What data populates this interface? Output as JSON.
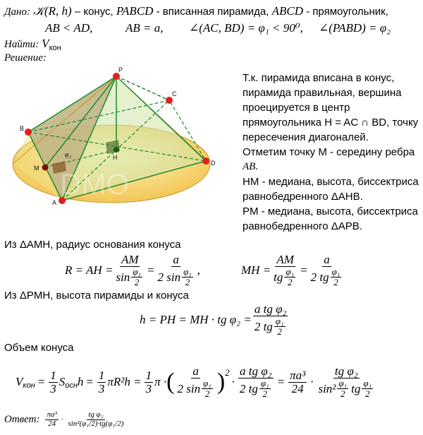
{
  "given": {
    "label": "Дано:",
    "line1_a": "𝒦(R, h)",
    "line1_b": " – конус, ",
    "line1_c": "PABCD",
    "line1_d": " - вписанная пирамида, ",
    "line1_e": "ABCD",
    "line1_f": " - прямоугольник,",
    "c1": "AB < AD,",
    "c2": "AB = a,",
    "c3": "∠(AC, BD) = φ₁ < 90⁰,",
    "c4": "∠(PABD) = φ₂"
  },
  "find": {
    "label": "Найти:",
    "value": "V",
    "sub": "кон"
  },
  "solution_label": "Решение:",
  "figure": {
    "labels": {
      "P": "P",
      "B": "B",
      "C": "C",
      "D": "D",
      "A": "A",
      "M": "M",
      "H": "H",
      "phi2": "φ₂"
    },
    "watermark": "DMO"
  },
  "explanation": [
    "Т.к. пирамида вписана в конус,",
    "пирамида правильная, вершина",
    "проецируется в центр",
    "прямоугольника H = AC ∩ BD, точку",
    "пересечения диагоналей.",
    "Отметим точку M - середину ребра",
    "AB.",
    "HM - медиана, высота, биссектриса",
    "равнобедренного ΔAHB.",
    "PM - медиана, высота, биссектриса",
    "равнобедренного ΔAPB."
  ],
  "step1": {
    "text": "Из ΔAMH, радиус основания конуса",
    "R_lhs": "R = AH =",
    "AM": "AM",
    "sin": "sin",
    "phi1": "φ₁",
    "two": "2",
    "eq": "=",
    "a": "a",
    "two_sin": "2 sin",
    "comma": ",",
    "MH_lhs": "MH =",
    "tg": "tg",
    "two_tg": "2 tg"
  },
  "step2": {
    "text": "Из ΔPMH, высота пирамиды и конуса",
    "lhs": "h = PH = MH · tg φ₂ =",
    "num": "a tg φ₂",
    "den": "2 tg"
  },
  "step3": {
    "text": "Объем конуса",
    "V": "V",
    "sub": "кон",
    "one": "1",
    "three": "3",
    "S": "S",
    "S_sub": "осн",
    "h": "h",
    "piR2h": "πR²h =",
    "pi_dot": "π ·",
    "pia3": "πa³",
    "twentyfour": "24",
    "tgphi2": "tg φ₂",
    "sin2": "sin²",
    "squared": "2",
    "dot": "·"
  },
  "answer": {
    "label": "Ответ:",
    "pia3": "πa³",
    "den24": "24",
    "tgphi2": "tg φ₂",
    "den_text": "sin²(φ₁/2)·tg(φ₁/2)"
  }
}
